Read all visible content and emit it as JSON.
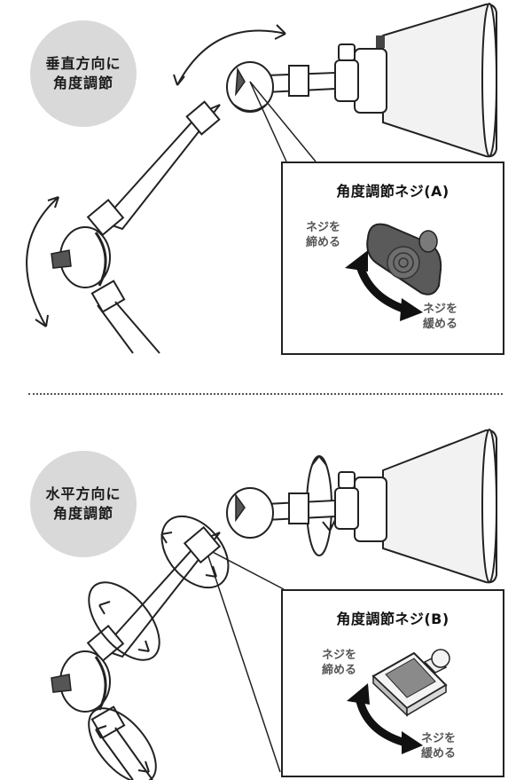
{
  "section_a": {
    "circle_line1": "垂直方向に",
    "circle_line2": "角度調節",
    "callout_title": "角度調節ネジ(A)",
    "tighten_line1": "ネジを",
    "tighten_line2": "締める",
    "loosen_line1": "ネジを",
    "loosen_line2": "緩める"
  },
  "section_b": {
    "circle_line1": "水平方向に",
    "circle_line2": "角度調節",
    "callout_title": "角度調節ネジ(B)",
    "tighten_line1": "ネジを",
    "tighten_line2": "締める",
    "loosen_line1": "ネジを",
    "loosen_line2": "緩める"
  },
  "colors": {
    "circle_fill": "#d9d9d9",
    "line": "#222222",
    "knob_dark": "#555555",
    "lamp_shade": "#f2f2f2"
  }
}
